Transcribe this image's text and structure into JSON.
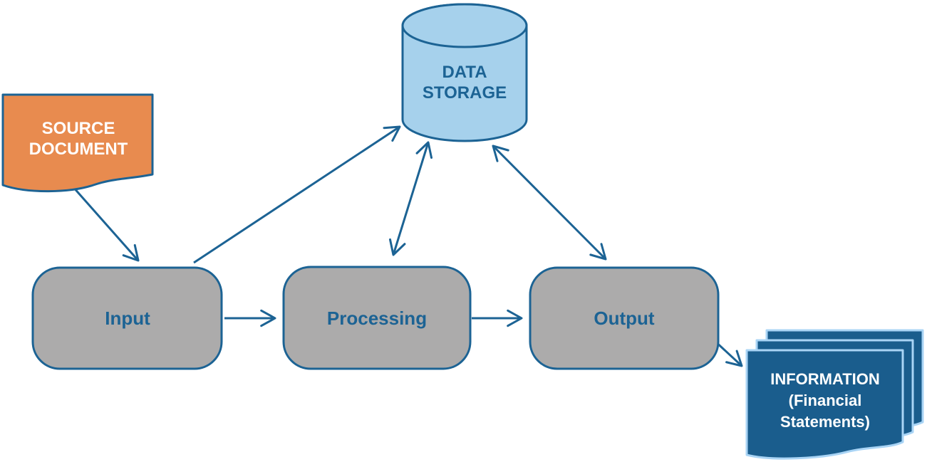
{
  "diagram": {
    "type": "flowchart",
    "subject": "Accounting information system data flow",
    "nodes": {
      "source_document": {
        "label": "SOURCE\nDOCUMENT",
        "shape": "wavy-bottom-document",
        "fill": "#E88B4F",
        "border": "#1C6394",
        "text_color": "#FFFFFF"
      },
      "data_storage": {
        "label": "DATA\nSTORAGE",
        "shape": "cylinder",
        "fill": "#A6D1EC",
        "border": "#1C6394",
        "text_color": "#1C6394"
      },
      "input": {
        "label": "Input",
        "shape": "rounded-rectangle",
        "fill": "#ACABAB",
        "border": "#1C6394",
        "text_color": "#1C6394"
      },
      "processing": {
        "label": "Processing",
        "shape": "rounded-rectangle",
        "fill": "#ACABAB",
        "border": "#1C6394",
        "text_color": "#1C6394"
      },
      "output": {
        "label": "Output",
        "shape": "rounded-rectangle",
        "fill": "#ACABAB",
        "border": "#1C6394",
        "text_color": "#1C6394"
      },
      "information": {
        "label": "INFORMATION\n(Financial\nStatements)",
        "shape": "stacked-wavy-documents",
        "sheet_count": 3,
        "fill": "#1A5D8D",
        "border": "#A9D4F5",
        "text_color": "#FFFFFF"
      }
    },
    "edges": [
      {
        "from": "source_document",
        "to": "input",
        "direction": "one-way"
      },
      {
        "from": "input",
        "to": "data_storage",
        "direction": "one-way"
      },
      {
        "from": "processing",
        "to": "data_storage",
        "direction": "two-way"
      },
      {
        "from": "output",
        "to": "data_storage",
        "direction": "two-way"
      },
      {
        "from": "input",
        "to": "processing",
        "direction": "one-way"
      },
      {
        "from": "processing",
        "to": "output",
        "direction": "one-way"
      },
      {
        "from": "output",
        "to": "information",
        "direction": "one-way"
      }
    ],
    "colors": {
      "arrow_and_border_blue": "#1C6394",
      "orange": "#E88B4F",
      "gray": "#ACABAB",
      "light_blue": "#A6D1EC",
      "dark_blue": "#1A5D8D",
      "document_border_light_blue": "#A9D4F5",
      "background": "#FFFFFF"
    }
  }
}
